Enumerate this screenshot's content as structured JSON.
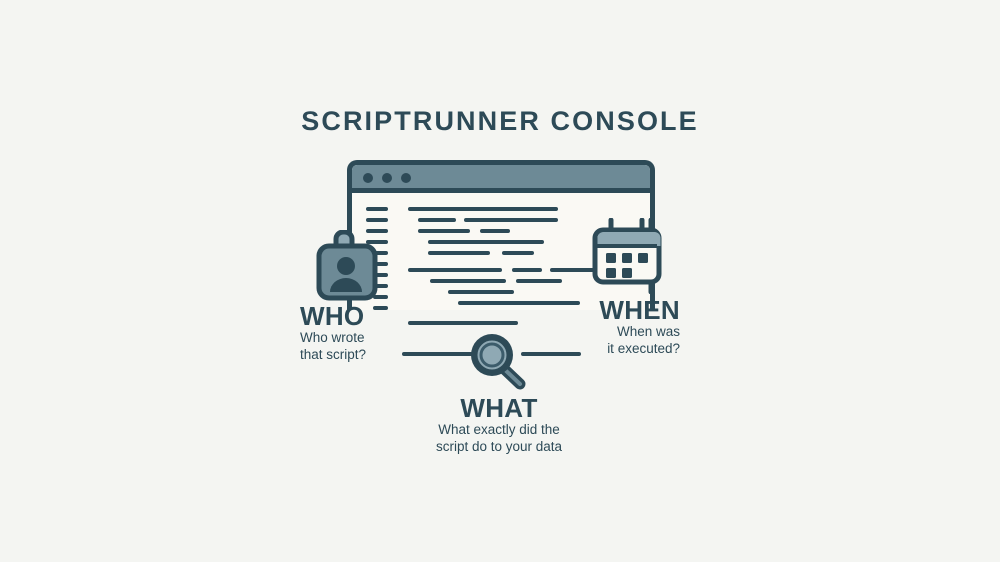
{
  "page": {
    "title": "SCRIPTRUNNER CONSOLE",
    "background_color": "#f4f5f2",
    "ink_color": "#2d4a57",
    "accent_color": "#6d8a96",
    "panel_color": "#faf9f4"
  },
  "console": {
    "window_dots": [
      "dot-red",
      "dot-yellow",
      "dot-green"
    ],
    "gutter_marks": 11,
    "code_lines": 13
  },
  "nodes": [
    {
      "id": "who",
      "icon": "id-badge-icon",
      "label": "WHO",
      "description_line1": "Who wrote",
      "description_line2": "that script?"
    },
    {
      "id": "what",
      "icon": "magnifier-icon",
      "label": "WHAT",
      "description_line1": "What exactly did the",
      "description_line2": "script do to your data"
    },
    {
      "id": "when",
      "icon": "calendar-icon",
      "label": "WHEN",
      "description_line1": "When was",
      "description_line2": "it executed?"
    }
  ]
}
